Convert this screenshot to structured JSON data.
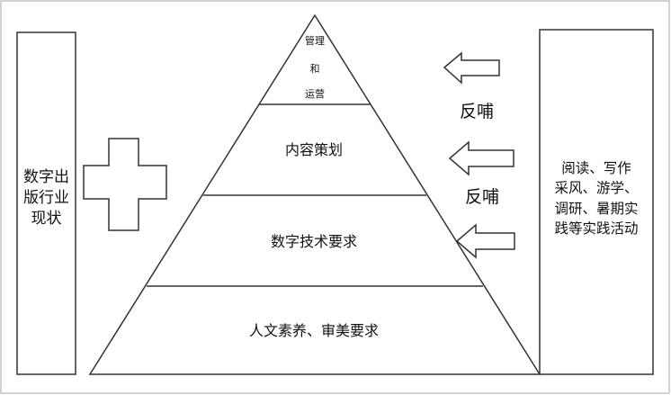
{
  "left_box": {
    "lines": [
      "数字出",
      "版行业",
      "现状"
    ]
  },
  "pyramid": {
    "tiers": [
      {
        "lines": [
          "管理",
          "和",
          "运营"
        ]
      },
      {
        "lines": [
          "内容策划"
        ]
      },
      {
        "lines": [
          "数字技术要求"
        ]
      },
      {
        "lines": [
          "人文素养、审美要求"
        ]
      }
    ]
  },
  "feedback": {
    "label_1": "反哺",
    "label_2": "反哺"
  },
  "right_box": {
    "lines": [
      "阅读、写作",
      "采风、游学、",
      "调研、暑期实",
      "践等实践活动"
    ]
  },
  "colors": {
    "stroke": "#333333",
    "text": "#111111",
    "background": "#ffffff",
    "outer_border": "#bbbbbb"
  }
}
